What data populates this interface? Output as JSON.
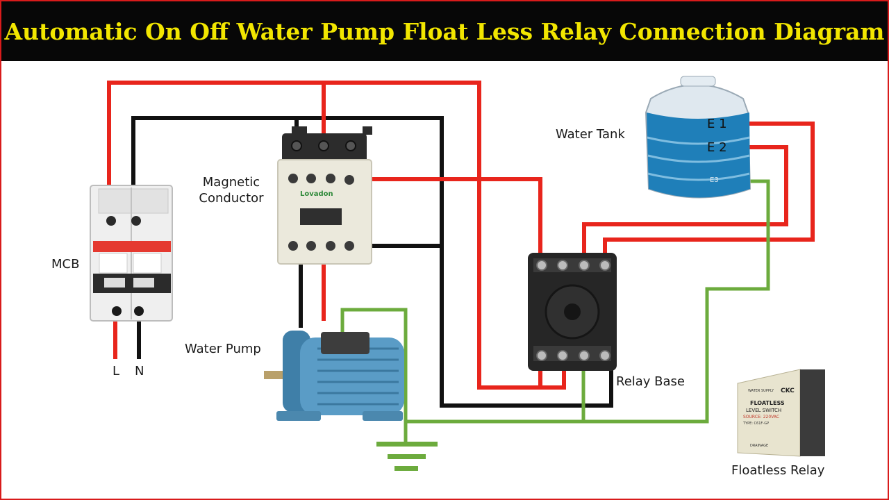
{
  "title": "Automatic On Off  Water Pump Float Less Relay Connection  Diagram",
  "labels": {
    "mcb": "MCB",
    "line": "L",
    "neutral": "N",
    "contactor_line1": "Magnetic",
    "contactor_line2": "Conductor",
    "water_pump": "Water Pump",
    "water_tank": "Water Tank",
    "e1": "E 1",
    "e2": "E 2",
    "e3": "E3",
    "relay_base": "Relay Base",
    "floatless_relay": "Floatless Relay"
  },
  "contactor_brand": "Lovadon",
  "relay_face": {
    "water_supply": "WATER SUPPLY",
    "brand": "CKC",
    "name_line1": "FLOATLESS",
    "name_line2": "LEVEL SWITCH",
    "source": "SOURCE: 220VAC",
    "type": "TYPE: C61F-GP",
    "drainage": "DRAINAGE"
  },
  "colors": {
    "live_wire": "#e8251c",
    "neutral_wire": "#111111",
    "earth_wire": "#6cab3d",
    "title_bg": "#070707",
    "title_text": "#f2e600",
    "frame": "#d81b1b"
  }
}
